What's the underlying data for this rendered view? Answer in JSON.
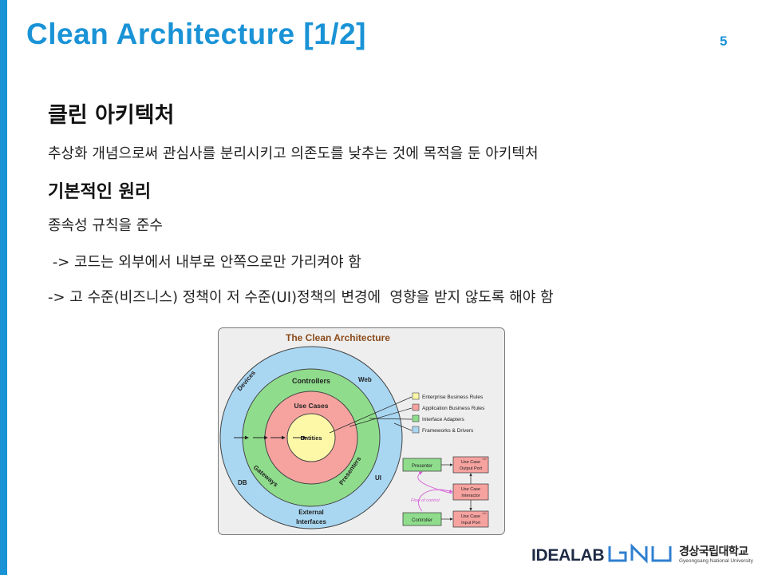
{
  "header": {
    "title": "Clean Architecture [1/2]",
    "page_number": "5"
  },
  "content": {
    "heading1": "클린 아키텍처",
    "definition": "추상화 개념으로써 관심사를 분리시키고 의존도를 낮추는 것에 목적을 둔 아키텍처",
    "heading2": "기본적인 원리",
    "principle": "종속성 규칙을 준수",
    "arrow_line1": " -> 코드는 외부에서 내부로 안쪽으로만 가리켜야 함",
    "arrow_line2": "-> 고 수준(비즈니스) 정책이 저 수준(UI)정책의 변경에  영향을 받지 않도록 해야 함"
  },
  "diagram": {
    "title": "The Clean Architecture",
    "rings": {
      "outer_top_left": "Devices",
      "outer_top_right": "Web",
      "outer_bottom_left": "DB",
      "outer_bottom_right": "UI",
      "outer_bottom": "External",
      "outer_bottom2": "Interfaces",
      "green_top": "Controllers",
      "green_left": "Gateways",
      "green_right": "Presenters",
      "red_top": "Use Cases",
      "core": "Entities"
    },
    "legend": [
      {
        "label": "Enterprise Business Rules",
        "color": "#fdf8a8"
      },
      {
        "label": "Application Business Rules",
        "color": "#f6a3a0"
      },
      {
        "label": "Interface Adapters",
        "color": "#8fdd8c"
      },
      {
        "label": "Frameworks & Drivers",
        "color": "#a9d7f2"
      }
    ],
    "flow": {
      "presenter": "Presenter",
      "output_port_1": "Use Case",
      "output_port_2": "Output Port",
      "interactor_1": "Use Case",
      "interactor_2": "Interactor",
      "controller": "Controller",
      "input_port_1": "Use Case",
      "input_port_2": "Input Port",
      "flow_label": "Flow of control",
      "interface_mark": "<I>"
    },
    "colors": {
      "frame_bg": "#eeeeee",
      "outer": "#a9d7f2",
      "green": "#8fdd8c",
      "red": "#f6a3a0",
      "core": "#fdf8a8",
      "title_text": "#8b4a1a",
      "flow_arrow": "#d65cd6"
    }
  },
  "footer": {
    "lab": "IDEALAB",
    "univ_kr": "경상국립대학교",
    "univ_en": "Gyeongsang National University"
  },
  "brand_color": "#1a93d6"
}
